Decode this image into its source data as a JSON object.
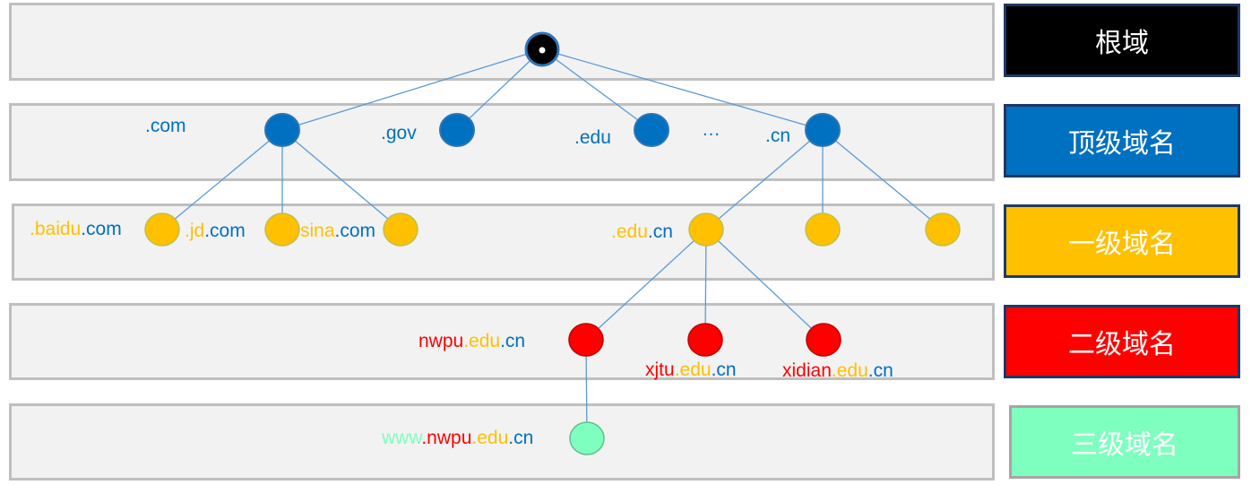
{
  "legend": [
    {
      "label": "根域",
      "color": "#000000"
    },
    {
      "label": "顶级域名",
      "color": "#0070c0"
    },
    {
      "label": "一级域名",
      "color": "#ffc000"
    },
    {
      "label": "二级域名",
      "color": "#ff0000"
    },
    {
      "label": "三级域名",
      "color": "#7fffbf"
    }
  ],
  "root": {
    "symbol": "•"
  },
  "top_level": {
    "com": ".com",
    "gov": ".gov",
    "edu": ".edu",
    "ellipsis": "…",
    "cn": ".cn"
  },
  "first_level": {
    "baidu": {
      "name": ".baidu",
      "suffix": ".com"
    },
    "jd": {
      "name": ".jd",
      "suffix": ".com"
    },
    "sina": {
      "name": "sina",
      "suffix": ".com"
    },
    "edu_cn": {
      "name": ".edu",
      "suffix": ".cn"
    }
  },
  "second_level": {
    "nwpu": {
      "name": "nwpu",
      "mid": ".edu",
      "suffix": ".cn"
    },
    "xjtu": {
      "name": "xjtu",
      "mid": ".edu",
      "suffix": ".cn"
    },
    "xidian": {
      "name": "xidian",
      "mid": ".edu",
      "suffix": ".cn"
    }
  },
  "third_level": {
    "www": {
      "host": "www",
      "name": ".nwpu",
      "mid": ".edu",
      "suffix": ".cn"
    }
  },
  "colors": {
    "root": "#000000",
    "top": "#0070c0",
    "first": "#ffc000",
    "second": "#ff0000",
    "third": "#7fffbf",
    "edge": "#5b9bd5",
    "band": "#f2f2f2",
    "band_border": "#bfbfbf"
  }
}
